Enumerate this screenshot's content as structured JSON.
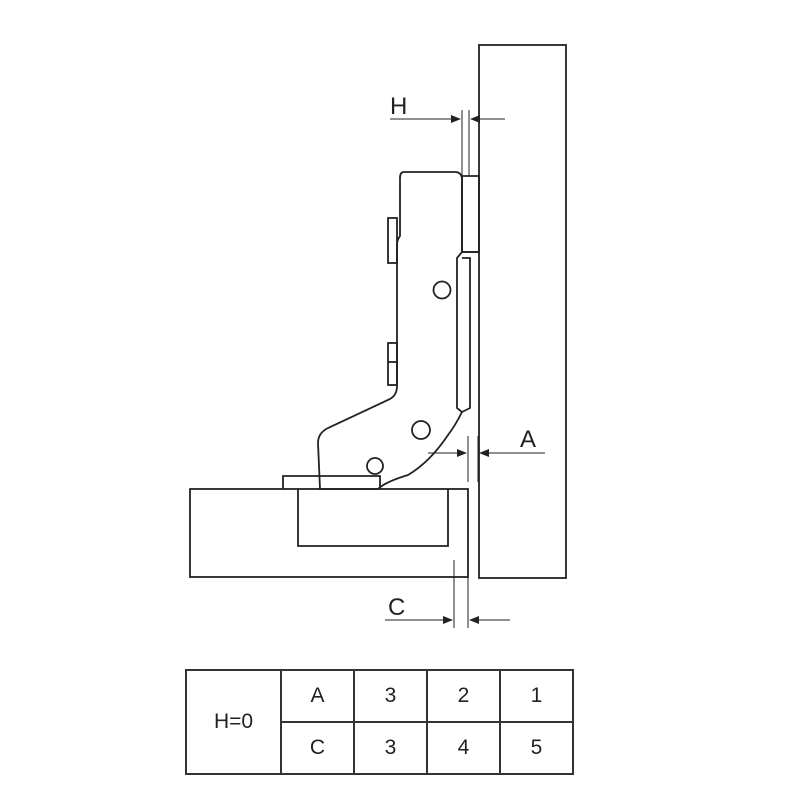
{
  "dimensions": {
    "overlay_label": "H",
    "gap_label": "A",
    "clearance_label": "C"
  },
  "table": {
    "condition": "H=0",
    "rows": [
      {
        "key": "A",
        "values": [
          "3",
          "2",
          "1"
        ]
      },
      {
        "key": "C",
        "values": [
          "3",
          "4",
          "5"
        ]
      }
    ]
  }
}
